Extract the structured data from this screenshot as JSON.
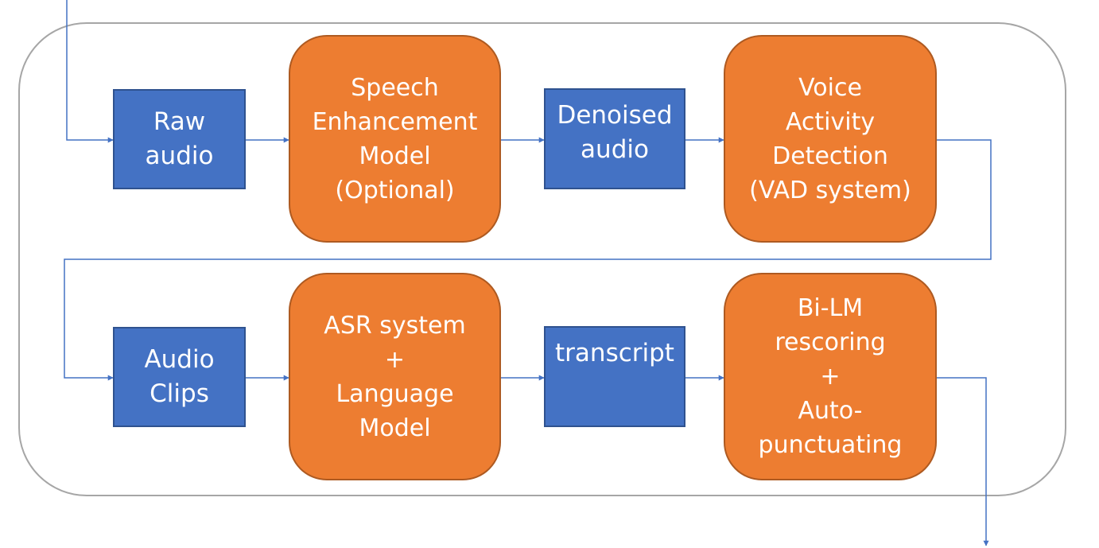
{
  "diagram": {
    "colors": {
      "data_fill": "#4472c4",
      "data_border": "#2f528f",
      "process_fill": "#ed7d31",
      "process_border": "#ae5a21",
      "connector": "#4472c4",
      "frame": "#a6a6a6"
    },
    "nodes": {
      "raw_audio": {
        "kind": "data",
        "lines": [
          "Raw",
          "audio"
        ]
      },
      "speech_enhancement": {
        "kind": "process",
        "lines": [
          "Speech",
          "Enhancement",
          "Model",
          "(Optional)"
        ]
      },
      "denoised_audio": {
        "kind": "data",
        "lines": [
          "Denoised",
          "audio"
        ]
      },
      "vad": {
        "kind": "process",
        "lines": [
          "Voice",
          "Activity",
          "Detection",
          "(VAD system)"
        ]
      },
      "audio_clips": {
        "kind": "data",
        "lines": [
          "Audio",
          "Clips"
        ]
      },
      "asr": {
        "kind": "process",
        "lines": [
          "ASR system",
          "+",
          "Language",
          "Model"
        ]
      },
      "transcript": {
        "kind": "data",
        "lines": [
          "transcript"
        ]
      },
      "bilm": {
        "kind": "process",
        "lines": [
          "Bi-LM",
          "rescoring",
          "+",
          "Auto-",
          "punctuating"
        ]
      }
    },
    "edges": [
      {
        "from": "input",
        "to": "raw_audio"
      },
      {
        "from": "raw_audio",
        "to": "speech_enhancement"
      },
      {
        "from": "speech_enhancement",
        "to": "denoised_audio"
      },
      {
        "from": "denoised_audio",
        "to": "vad"
      },
      {
        "from": "vad",
        "to": "audio_clips"
      },
      {
        "from": "audio_clips",
        "to": "asr"
      },
      {
        "from": "asr",
        "to": "transcript"
      },
      {
        "from": "transcript",
        "to": "bilm"
      },
      {
        "from": "bilm",
        "to": "output"
      }
    ]
  }
}
